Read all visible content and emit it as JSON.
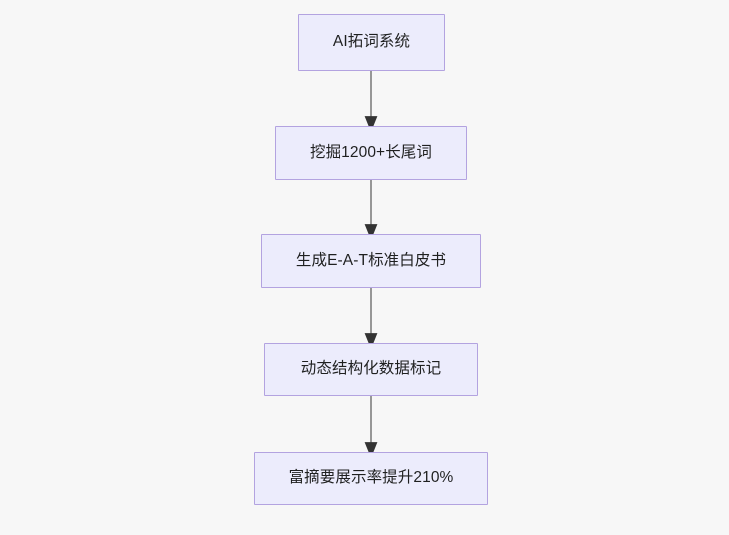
{
  "diagram": {
    "type": "flowchart",
    "orientation": "top-to-bottom",
    "background_color": "#f7f7f7",
    "node_fill_color": "#ececfc",
    "node_border_color": "#b3a3e0",
    "node_text_color": "#1f2020",
    "connector_color": "#7f7f7f",
    "arrowhead_color": "#333333",
    "nodes": [
      {
        "id": "node-0",
        "label": "AI拓词系统"
      },
      {
        "id": "node-1",
        "label": "挖掘1200+长尾词"
      },
      {
        "id": "node-2",
        "label": "生成E-A-T标准白皮书"
      },
      {
        "id": "node-3",
        "label": "动态结构化数据标记"
      },
      {
        "id": "node-4",
        "label": "富摘要展示率提升210%"
      }
    ],
    "edges": [
      {
        "id": "edge-0",
        "from": "node-0",
        "to": "node-1",
        "label": ""
      },
      {
        "id": "edge-1",
        "from": "node-1",
        "to": "node-2",
        "label": ""
      },
      {
        "id": "edge-2",
        "from": "node-2",
        "to": "node-3",
        "label": ""
      },
      {
        "id": "edge-3",
        "from": "node-3",
        "to": "node-4",
        "label": ""
      }
    ]
  }
}
